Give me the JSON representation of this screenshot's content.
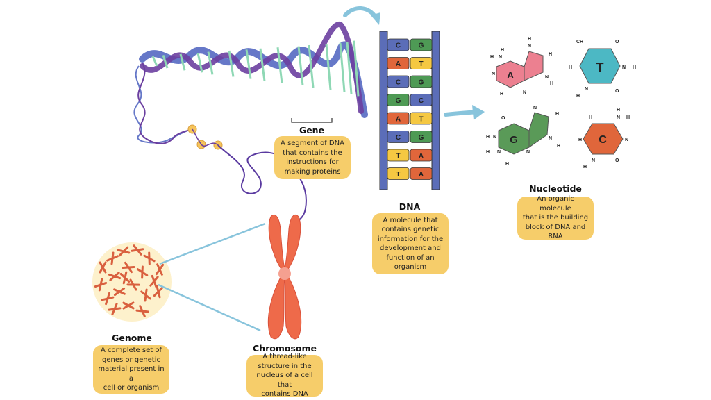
{
  "diagram": {
    "concepts": [
      {
        "id": "gene",
        "title": "Gene",
        "description": "A segment of DNA\nthat contains the\ninstructions for\nmaking proteins"
      },
      {
        "id": "dna",
        "title": "DNA",
        "description": "A molecule that\ncontains genetic\ninformation for the\ndevelopment and\nfunction of an\norganism"
      },
      {
        "id": "nucleotide",
        "title": "Nucleotide",
        "description": "An organic molecule\nthat is the building\nblock of DNA and\nRNA"
      },
      {
        "id": "genome",
        "title": "Genome",
        "description": "A complete set of\ngenes or genetic\nmaterial present in a\ncell or organism"
      },
      {
        "id": "chromosome",
        "title": "Chromosome",
        "description": "A thread-like\nstructure in the\nnucleus of a cell that\ncontains DNA"
      }
    ],
    "base_pairs": [
      {
        "left": "C",
        "right": "G"
      },
      {
        "left": "A",
        "right": "T"
      },
      {
        "left": "C",
        "right": "G"
      },
      {
        "left": "G",
        "right": "C"
      },
      {
        "left": "A",
        "right": "T"
      },
      {
        "left": "C",
        "right": "G"
      },
      {
        "left": "T",
        "right": "A"
      },
      {
        "left": "T",
        "right": "A"
      }
    ],
    "base_colors": {
      "A": "#e0663b",
      "T": "#f5c842",
      "C": "#5b6db8",
      "G": "#4e9a55"
    },
    "nucleotides": [
      {
        "base": "A",
        "color": "#ec8090"
      },
      {
        "base": "T",
        "color": "#4cb8c4"
      },
      {
        "base": "G",
        "color": "#5a9a58"
      },
      {
        "base": "C",
        "color": "#e0663b"
      }
    ],
    "atom_labels": {
      "H": "H",
      "N": "N",
      "O": "O",
      "CH": "CH"
    },
    "colors": {
      "card": "#f6cd6a",
      "backbone": "#5b6db8",
      "helix_purple": "#6b3fa0",
      "helix_blue": "#6678c8",
      "rungs": "#8fd8b5",
      "chromosome": "#ee6a4a",
      "arrow": "#88c4dc",
      "nucleus": "#fdf1cc"
    }
  }
}
